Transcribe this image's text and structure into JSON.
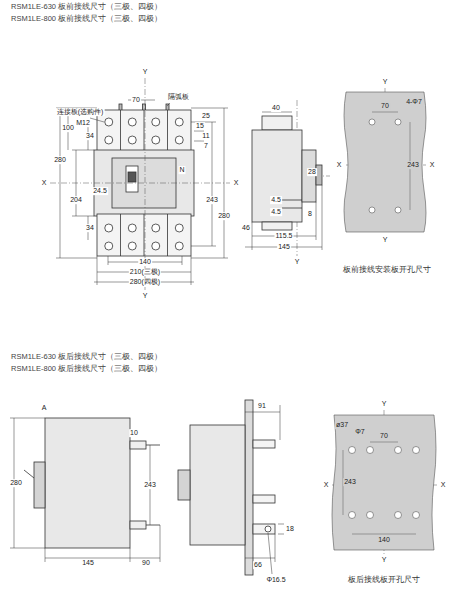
{
  "diagram": {
    "labels": [
      "RSM1LE-630 板前接线尺寸（三极、四极）",
      "RSM1LE-800 板前接线尺寸（三极、四极）",
      "Y",
      "70",
      "隔弧板",
      "连接板(选购件)",
      "M12",
      "100",
      "34",
      "280",
      "204",
      "X",
      "24.5",
      "N",
      "34",
      "15",
      "11",
      "7",
      "25",
      "243",
      "280",
      "X",
      "140",
      "210(三极)",
      "280(四极)",
      "Y",
      "40",
      "28",
      "4.5",
      "4.5",
      "8",
      "46",
      "115.5",
      "145",
      "Y",
      "Y",
      "70",
      "4-Φ7",
      "X",
      "X",
      "243",
      "Y",
      "板前接线安装板开孔尺寸",
      "RSM1LE-630 板后接线尺寸（三极、四极）",
      "RSM1LE-800 板后接线尺寸（三极、四极）",
      "A",
      "10",
      "280",
      "243",
      "145",
      "90",
      "91",
      "66",
      "Φ16.5",
      "18",
      "ø37",
      "Φ7",
      "Y",
      "70",
      "X",
      "X",
      "243",
      "140",
      "Y",
      "板后接线板开孔尺寸"
    ]
  }
}
